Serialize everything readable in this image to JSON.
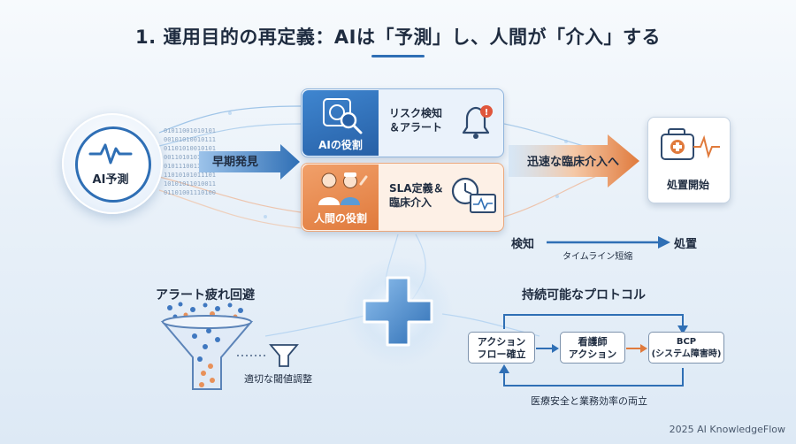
{
  "title": "1. 運用目的の再定義：AIは「予測」し、人間が「介入」する",
  "ai_predict": {
    "label": "AI予測"
  },
  "early_detect": {
    "label": "早期発見"
  },
  "binary_text": [
    "01011001010101",
    "00101010010111",
    "01101010010101",
    "00110101010001",
    "01011100110010",
    "11010101011101",
    "10101011010011",
    "01101001110100"
  ],
  "ai_role": {
    "label": "AIの役割",
    "desc_line1": "リスク検知",
    "desc_line2": "＆アラート"
  },
  "human_role": {
    "label": "人間の役割",
    "desc_line1": "SLA定義＆",
    "desc_line2": "臨床介入"
  },
  "rapid": {
    "label": "迅速な臨床介入へ"
  },
  "treatment": {
    "label": "処置開始"
  },
  "timeline": {
    "start": "検知",
    "end": "処置",
    "caption": "タイムライン短縮"
  },
  "alert_fatigue": {
    "title": "アラート疲れ回避",
    "caption": "適切な閾値調整"
  },
  "protocol": {
    "title": "持続可能なプロトコル",
    "box1_line1": "アクション",
    "box1_line2": "フロー確立",
    "box2_line1": "看護師",
    "box2_line2": "アクション",
    "box3_line1": "BCP",
    "box3_line2": "(システム障害時)",
    "caption": "医療安全と業務効率の両立"
  },
  "footer": "2025 AI KnowledgeFlow",
  "colors": {
    "blue": "#2f6fb5",
    "orange": "#e07a3c",
    "navy": "#1f2c40"
  }
}
